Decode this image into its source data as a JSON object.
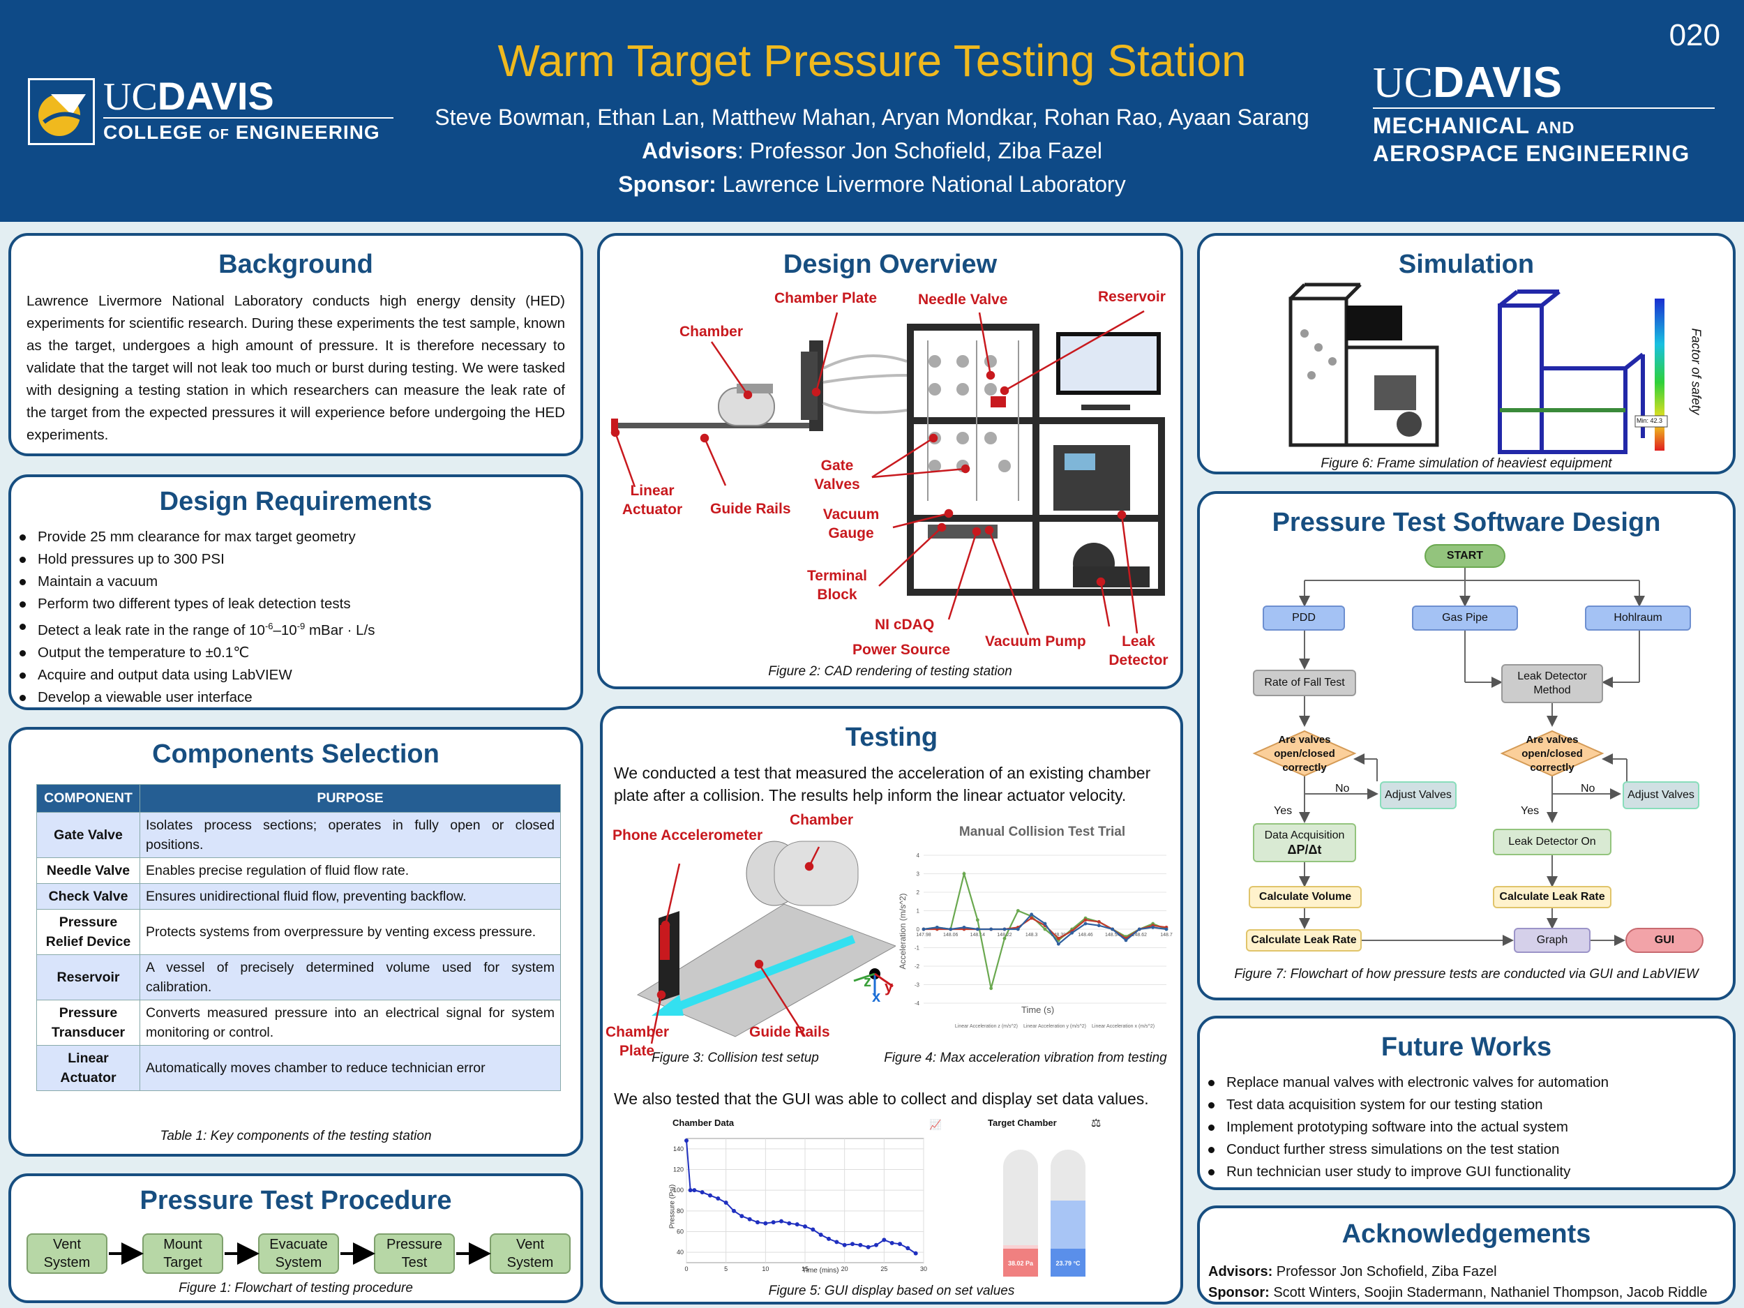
{
  "header": {
    "number": "020",
    "title": "Warm Target Pressure Testing Station",
    "authors": "Steve Bowman, Ethan Lan, Matthew Mahan, Aryan Mondkar, Rohan Rao, Ayaan Sarang",
    "advisors_label": "Advisors",
    "advisors": ": Professor Jon Schofield, Ziba Fazel",
    "sponsor_label": "Sponsor:",
    "sponsor": " Lawrence Livermore National Laboratory",
    "logo_left": {
      "uc": "UC",
      "davis": "DAVIS",
      "college": "COLLEGE",
      "of": "OF",
      "eng": "ENGINEERING"
    },
    "logo_right": {
      "uc": "UC",
      "davis": "DAVIS",
      "line1a": "MECHANICAL",
      "line1b": "AND",
      "line2": "AEROSPACE ENGINEERING"
    }
  },
  "background": {
    "title": "Background",
    "text": "Lawrence Livermore National Laboratory conducts high energy density (HED) experiments for scientific research. During these experiments the test sample, known as the target, undergoes a high amount of pressure. It is therefore necessary to validate that the target will not leak too much or burst during testing. We were tasked with designing a testing station in which researchers can measure the leak rate of the target from the expected pressures it will experience before undergoing the HED experiments."
  },
  "requirements": {
    "title": "Design Requirements",
    "items": [
      "Provide 25 mm clearance for max target geometry",
      "Hold pressures up to 300 PSI",
      "Maintain a vacuum",
      "Perform two different types of leak detection tests"
    ],
    "leak_prefix": "Detect a leak rate in the range of 10",
    "leak_exp1": "-6",
    "leak_mid": "–10",
    "leak_exp2": "-9",
    "leak_suffix": " mBar · L/s",
    "items2": [
      "Output the temperature to ±0.1℃",
      "Acquire and output data using LabVIEW",
      "Develop a viewable user interface"
    ]
  },
  "components": {
    "title": "Components Selection",
    "headers": [
      "COMPONENT",
      "PURPOSE"
    ],
    "rows": [
      {
        "name": "Gate Valve",
        "purpose": "Isolates process sections; operates in fully open or closed positions."
      },
      {
        "name": "Needle Valve",
        "purpose": "Enables precise regulation of fluid flow rate."
      },
      {
        "name": "Check Valve",
        "purpose": "Ensures unidirectional fluid flow, preventing backflow."
      },
      {
        "name": "Pressure Relief Device",
        "purpose": "Protects systems from overpressure by venting excess pressure."
      },
      {
        "name": "Reservoir",
        "purpose": "A vessel of precisely determined volume used for system calibration."
      },
      {
        "name": "Pressure Transducer",
        "purpose": "Converts measured pressure into an electrical signal for system monitoring or control."
      },
      {
        "name": "Linear Actuator",
        "purpose": "Automatically moves chamber to reduce technician error"
      }
    ],
    "caption": "Table 1: Key components of the testing station"
  },
  "procedure": {
    "title": "Pressure Test Procedure",
    "steps": [
      "Vent System",
      "Mount Target",
      "Evacuate System",
      "Pressure Test",
      "Vent System"
    ],
    "caption": "Figure 1: Flowchart of testing procedure"
  },
  "design": {
    "title": "Design Overview",
    "labels": {
      "chamber_plate": "Chamber Plate",
      "needle_valve": "Needle Valve",
      "reservoir": "Reservoir",
      "chamber": "Chamber",
      "linear_actuator": "Linear Actuator",
      "guide_rails": "Guide Rails",
      "gate_valves": "Gate Valves",
      "vacuum_gauge": "Vacuum Gauge",
      "terminal_block": "Terminal Block",
      "ni_cdaq": "NI cDAQ",
      "power_source": "Power Source",
      "vacuum_pump": "Vacuum Pump",
      "leak_detector": "Leak Detector"
    },
    "caption": "Figure 2: CAD rendering of testing station"
  },
  "testing": {
    "title": "Testing",
    "text1": "We conducted a test that measured the acceleration of an existing chamber plate after a collision. The results help inform the linear actuator velocity.",
    "labels": {
      "phone": "Phone Accelerometer",
      "chamber": "Chamber",
      "chamber_plate": "Chamber Plate",
      "guide_rails": "Guide Rails",
      "x": "x",
      "y": "y",
      "z": "z"
    },
    "caption3": "Figure 3: Collision test setup",
    "caption4": "Figure 4: Max acceleration vibration from testing",
    "text2": "We also tested that the GUI was able to collect and display set data values.",
    "caption5": "Figure 5: GUI display based on set values",
    "gui": {
      "chamber_data": "Chamber Data",
      "target_chamber": "Target Chamber",
      "bar1_value": "38.02 Pa",
      "bar2_value": "23.79 °C",
      "bar1_level": 0.25,
      "bar2_level": 0.6
    }
  },
  "simulation": {
    "title": "Simulation",
    "factor_label": "Factor of safety",
    "min_label": "Min: 42.3",
    "caption": "Figure 6: Frame simulation of heaviest equipment"
  },
  "software": {
    "title": "Pressure Test Software Design",
    "nodes": {
      "start": "START",
      "pdd": "PDD",
      "gas_pipe": "Gas Pipe",
      "hohlraum": "Hohlraum",
      "rate_of_fall": "Rate of Fall Test",
      "leak_method": "Leak Detector Method",
      "valves_q": "Are valves open/closed correctly",
      "adjust": "Adjust Valves",
      "yes": "Yes",
      "no": "No",
      "daq": "Data Acquisition",
      "daq2": "ΔP/Δt",
      "leak_on": "Leak Detector On",
      "calc_vol": "Calculate Volume",
      "calc_leak": "Calculate Leak Rate",
      "graph": "Graph",
      "gui": "GUI"
    },
    "caption": "Figure 7: Flowchart of how pressure tests are conducted via GUI and LabVIEW"
  },
  "future": {
    "title": "Future Works",
    "items": [
      "Replace manual valves with electronic valves for automation",
      "Test data acquisition system for our testing station",
      "Implement prototyping software into the actual system",
      "Conduct further stress simulations on the test station",
      "Run technician user study to improve GUI functionality"
    ]
  },
  "ack": {
    "title": "Acknowledgements",
    "advisors_label": "Advisors:",
    "advisors": " Professor Jon Schofield, Ziba Fazel",
    "sponsor_label": "Sponsor:",
    "sponsor": " Scott Winters, Soojin Stadermann, Nathaniel Thompson, Jacob Riddle"
  },
  "chart_data": [
    {
      "type": "line",
      "title": "Manual Collision Test Trial",
      "xlabel": "Time (s)",
      "ylabel": "Acceleration (m/s^2)",
      "ylim": [
        -4,
        4
      ],
      "x": [
        147.98,
        148.02,
        148.06,
        148.1,
        148.14,
        148.18,
        148.22,
        148.26,
        148.3,
        148.34,
        148.38,
        148.42,
        148.46,
        148.5,
        148.54,
        148.58,
        148.62,
        148.66,
        148.7
      ],
      "series": [
        {
          "name": "Linear Acceleration z (m/s^2)",
          "color": "#6aa84f",
          "values": [
            0,
            0.1,
            0,
            3,
            0.5,
            -3.2,
            -0.5,
            1,
            0.7,
            0,
            -0.6,
            0,
            0.6,
            0.4,
            0,
            -0.4,
            0,
            0.3,
            0
          ]
        },
        {
          "name": "Linear Acceleration y (m/s^2)",
          "color": "#c0392b",
          "values": [
            0,
            0,
            0,
            0,
            0,
            0,
            0,
            0.1,
            0.6,
            0.2,
            -0.5,
            -0.1,
            0.5,
            0.4,
            0,
            -0.5,
            0,
            0.2,
            0.1
          ]
        },
        {
          "name": "Linear Acceleration x (m/s^2)",
          "color": "#2f5f9e",
          "values": [
            0,
            0.1,
            0,
            0.1,
            0,
            0,
            0,
            0,
            0.8,
            0.3,
            -0.8,
            -0.2,
            0.3,
            0.2,
            0,
            -0.6,
            0,
            0.1,
            0
          ]
        }
      ]
    },
    {
      "type": "line",
      "title": "Chamber Data",
      "xlabel": "Time (mins)",
      "ylabel": "Pressure (Psi)",
      "xlim": [
        0,
        30
      ],
      "ylim": [
        30,
        150
      ],
      "x": [
        0,
        0.5,
        1,
        2,
        3,
        4,
        5,
        6,
        7,
        8,
        9,
        10,
        11,
        12,
        13,
        14,
        15,
        16,
        17,
        18,
        19,
        20,
        21,
        22,
        23,
        24,
        25,
        26,
        27,
        28,
        29
      ],
      "series": [
        {
          "name": "Pressure",
          "color": "#1f2fbf",
          "values": [
            148,
            100,
            100,
            98,
            95,
            92,
            88,
            80,
            75,
            72,
            69,
            68,
            69,
            70,
            68,
            67,
            65,
            62,
            57,
            53,
            50,
            47,
            48,
            47,
            45,
            47,
            52,
            49,
            48,
            44,
            39
          ]
        }
      ]
    }
  ]
}
